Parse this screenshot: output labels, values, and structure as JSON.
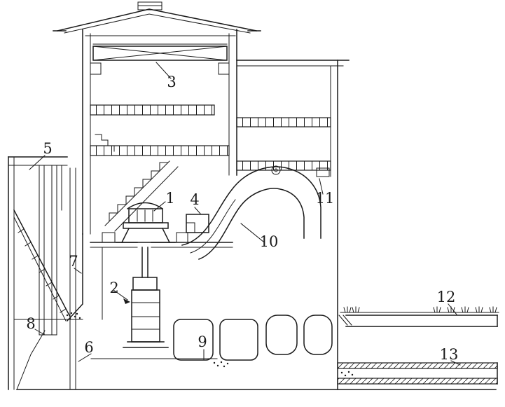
{
  "figure": {
    "background_color": "#ffffff",
    "line_color": "#1a1a1a",
    "callouts": [
      {
        "text": "1"
      },
      {
        "text": "2"
      },
      {
        "text": "3"
      },
      {
        "text": "4"
      },
      {
        "text": "5"
      },
      {
        "text": "6"
      },
      {
        "text": "7"
      },
      {
        "text": "8"
      },
      {
        "text": "9"
      },
      {
        "text": "10"
      },
      {
        "text": "11"
      },
      {
        "text": "12"
      },
      {
        "text": "13"
      }
    ]
  }
}
